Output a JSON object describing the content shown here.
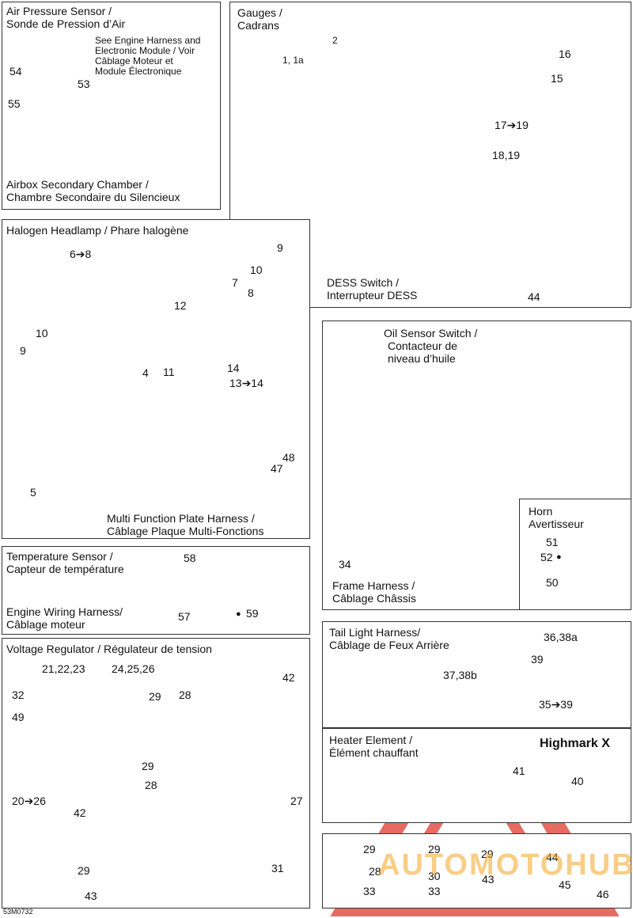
{
  "diagram_id": "53M0732",
  "panels": {
    "air_pressure": {
      "title_en": "Air Pressure Sensor /",
      "title_fr": "Sonde de Pression d’Air",
      "note_lines": [
        "See Engine Harness and",
        "Electronic Module / Voir",
        "Câblage Moteur et",
        "Module Électronique"
      ],
      "caption_en": "Airbox Secondary Chamber /",
      "caption_fr": "Chambre Secondaire du Silencieux",
      "callouts": [
        "54",
        "53",
        "55"
      ]
    },
    "gauges": {
      "title_en": "Gauges /",
      "title_fr": "Cadrans",
      "caption_en": "DESS Switch /",
      "caption_fr": "Interrupteur DESS",
      "callouts": [
        "1, 1a",
        "2",
        "16",
        "15",
        "17➔19",
        "18,19",
        "44"
      ]
    },
    "headlamp": {
      "title": "Halogen Headlamp / Phare halogène",
      "caption_en": "Multi Function Plate Harness /",
      "caption_fr": "Câblage Plaque Multi-Fonctions",
      "callouts": [
        "6➔8",
        "9",
        "10",
        "7",
        "8",
        "12",
        "10",
        "9",
        "11",
        "14",
        "13➔14",
        "4",
        "48",
        "47",
        "5"
      ]
    },
    "oil": {
      "title_lines": [
        "Oil Sensor Switch /",
        "Contacteur de",
        "niveau d’huile"
      ],
      "caption_en": "Frame Harness /",
      "caption_fr": "Câblage Châssis",
      "callouts": [
        "34"
      ]
    },
    "horn": {
      "title_en": "Horn",
      "title_fr": "Avertisseur",
      "callouts": [
        "51",
        "52",
        "50"
      ]
    },
    "temperature": {
      "title_en": "Temperature Sensor /",
      "title_fr": "Capteur de température",
      "caption_en": "Engine Wiring Harness/",
      "caption_fr": "Câblage moteur",
      "callouts": [
        "58",
        "57",
        "59"
      ]
    },
    "taillight": {
      "title_en": "Tail Light Harness/",
      "title_fr": "Câblage de Feux Arrière",
      "callouts": [
        "36,38a",
        "39",
        "37,38b",
        "35➔39"
      ]
    },
    "heater": {
      "title_en": "Heater Element /",
      "title_fr": "Élément chauffant",
      "model": "Highmark X",
      "callouts": [
        "41",
        "40"
      ]
    },
    "regulator": {
      "title": "Voltage Regulator / Régulateur de tension",
      "callouts": [
        "21,22,23",
        "24,25,26",
        "42",
        "32",
        "29",
        "28",
        "49",
        "29",
        "28",
        "20➔26",
        "27",
        "42",
        "29",
        "31",
        "43"
      ]
    },
    "hardware": {
      "callouts": [
        "29",
        "29",
        "29",
        "44",
        "28",
        "30",
        "43",
        "45",
        "33",
        "33",
        "46"
      ]
    }
  },
  "watermark": {
    "text": "AUTOMOTOHUB",
    "color": "#e03a2f",
    "accent": "#f5a623"
  }
}
